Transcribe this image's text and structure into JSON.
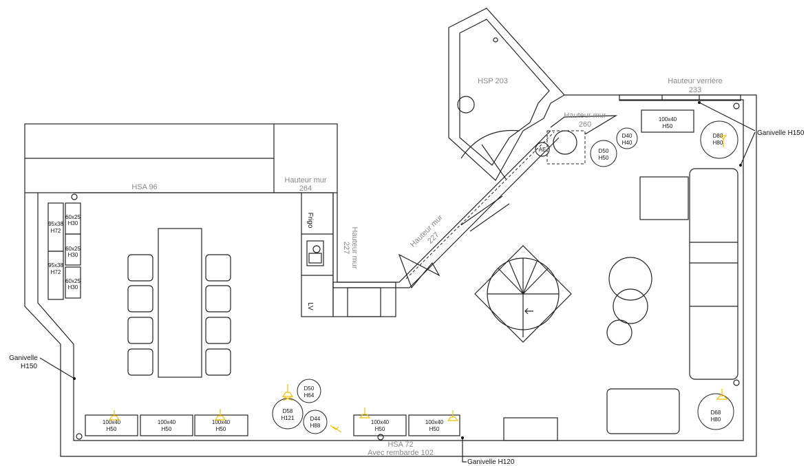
{
  "plan": {
    "zones": {
      "hsa96": "HSA 96",
      "wall264": [
        "Hauteur mur",
        "264"
      ],
      "wall227_v": [
        "Hauteur mur",
        "227"
      ],
      "wall227_d": [
        "Hauteur mur",
        "227"
      ],
      "hsp203": "HSP 203",
      "wall260": [
        "Hauteur mur",
        "260"
      ],
      "verriere": [
        "Hauteur verrière",
        "233"
      ],
      "hsa72": [
        "HSA 72",
        "Avec rembarde 102"
      ]
    },
    "ganivelles": {
      "right": "Ganivelle H150",
      "left": [
        "Ganivelle",
        "H150"
      ],
      "bottom": "Ganivelle H120"
    },
    "kitchen": {
      "fridge": "Frigo",
      "dishwasher": "LV"
    },
    "storage": [
      [
        "95x38",
        "H72"
      ],
      [
        "95x38",
        "H72"
      ],
      [
        "60x25",
        "H30"
      ],
      [
        "60x25",
        "H30"
      ],
      [
        "60x25",
        "H30"
      ]
    ],
    "planters": [
      [
        "100x40",
        "H50"
      ],
      [
        "100x40",
        "H50"
      ],
      [
        "100x40",
        "H50"
      ],
      [
        "100x40",
        "H50"
      ],
      [
        "100x40",
        "H50"
      ],
      [
        "100x40",
        "H50"
      ]
    ],
    "pots": [
      [
        "D50",
        "H64"
      ],
      [
        "D58",
        "H121"
      ],
      [
        "D44",
        "H88"
      ],
      [
        "D40",
        "H40"
      ],
      [
        "D50",
        "H50"
      ],
      [
        "D88",
        "H80"
      ],
      [
        "D68",
        "H80"
      ]
    ],
    "ae": "AE",
    "light_color": "#f0c000"
  }
}
